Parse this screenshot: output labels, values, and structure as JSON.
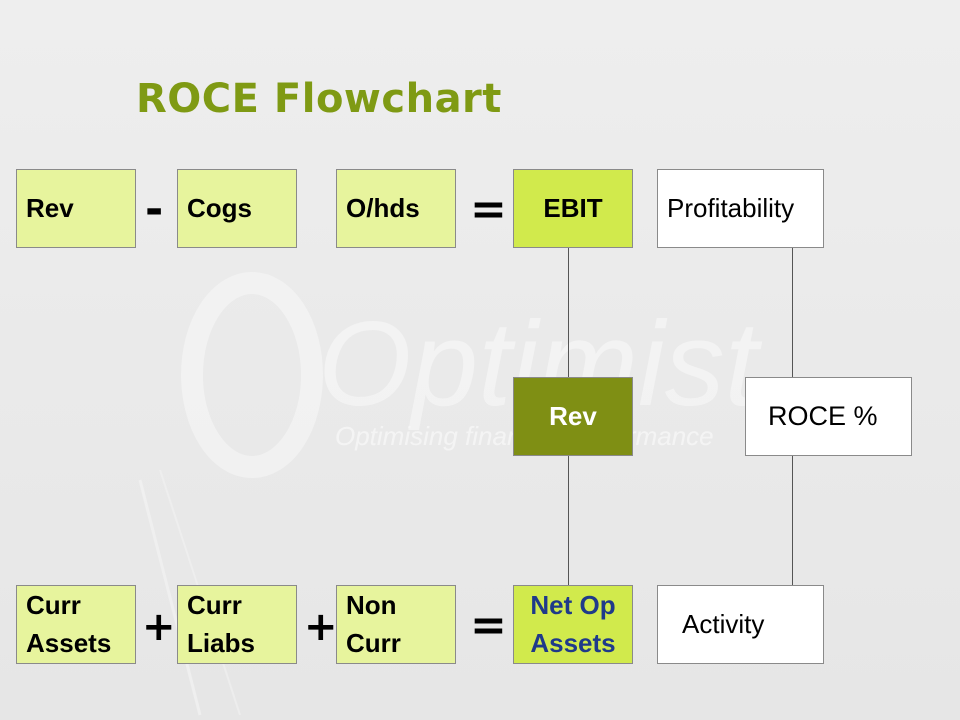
{
  "title": "ROCE Flowchart",
  "colors": {
    "title": "#7f9a14",
    "light_box": "#e7f49d",
    "bright_box": "#d1ea4c",
    "dark_box": "#7f8f14",
    "blue_text": "#1f3a8a"
  },
  "watermark": {
    "brand": "Optimist",
    "tagline": "Optimising financial performance"
  },
  "row1": {
    "rev": "Rev",
    "minus": "-",
    "cogs": "Cogs",
    "ohds": "O/hds",
    "equals": "=",
    "ebit": "EBIT",
    "label": "Profitability"
  },
  "row2": {
    "rev": "Rev",
    "label": "ROCE %"
  },
  "row3": {
    "curr_assets": "Curr Assets",
    "plus1": "+",
    "curr_liabs": "Curr Liabs",
    "plus2": "+",
    "non_curr": "Non Curr",
    "equals": "=",
    "net_op_assets": "Net Op Assets",
    "label": "Activity"
  }
}
